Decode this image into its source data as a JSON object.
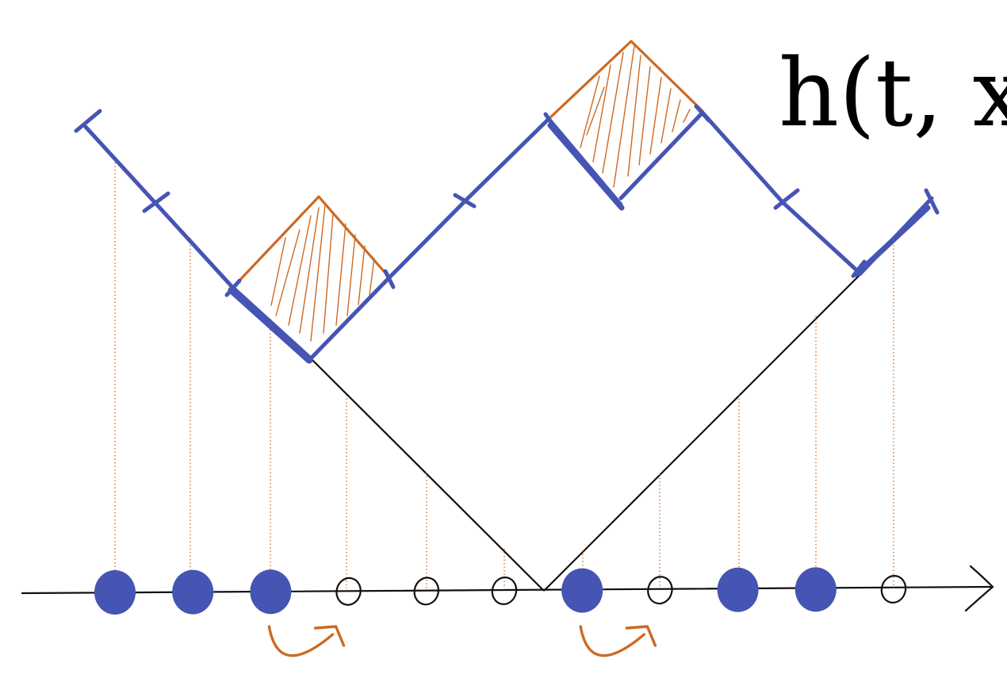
{
  "diagram": {
    "label": "h(t, x)",
    "colors": {
      "interface": "#4654b4",
      "flip": "#cc6a24",
      "axis": "#111111",
      "empty": "#111111"
    },
    "sites": [
      {
        "index": 1,
        "state": "occupied"
      },
      {
        "index": 2,
        "state": "occupied"
      },
      {
        "index": 3,
        "state": "occupied"
      },
      {
        "index": 4,
        "state": "empty"
      },
      {
        "index": 5,
        "state": "empty"
      },
      {
        "index": 6,
        "state": "empty"
      },
      {
        "index": 7,
        "state": "occupied"
      },
      {
        "index": 8,
        "state": "empty"
      },
      {
        "index": 9,
        "state": "occupied"
      },
      {
        "index": 10,
        "state": "occupied"
      },
      {
        "index": 11,
        "state": "empty"
      }
    ],
    "jumps": [
      {
        "from_site": 3,
        "to_site": 4
      },
      {
        "from_site": 7,
        "to_site": 8
      }
    ]
  }
}
